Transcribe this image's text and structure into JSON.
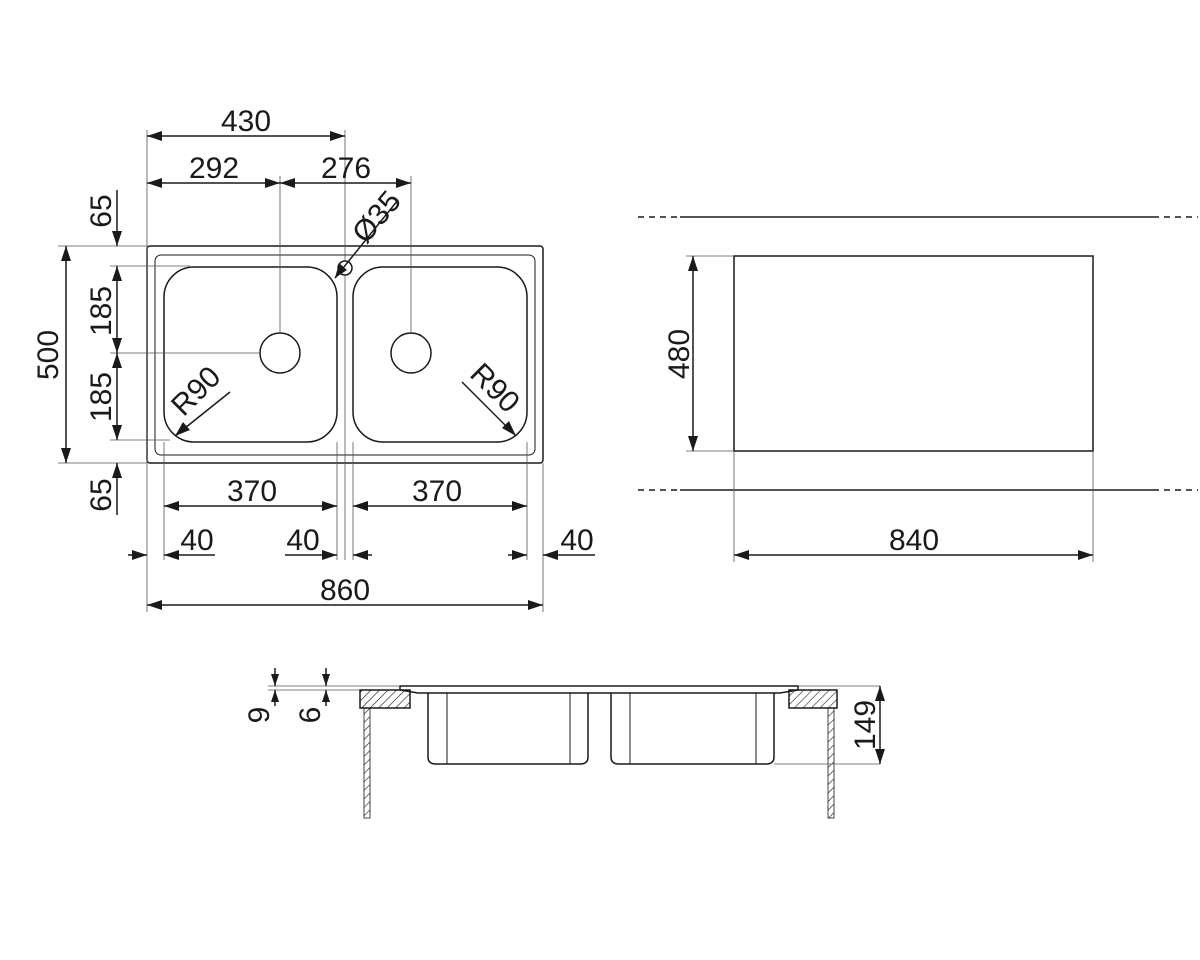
{
  "top_view": {
    "overall_width": "860",
    "overall_depth": "500",
    "tap_offset": "430",
    "left_drain_offset": "292",
    "drain_spacing": "276",
    "tap_hole": "Ø35",
    "top_margin": "65",
    "bottom_margin": "65",
    "bowl_half_upper": "185",
    "bowl_half_lower": "185",
    "bowl_radius_left": "R90",
    "bowl_radius_right": "R90",
    "left_bowl_width": "370",
    "right_bowl_width": "370",
    "left_edge": "40",
    "center_divider": "40",
    "right_edge": "40"
  },
  "cutout_view": {
    "cutout_width": "840",
    "cutout_depth": "480"
  },
  "section_view": {
    "rim_height": "9",
    "flange_thickness": "6",
    "bowl_depth": "149"
  }
}
